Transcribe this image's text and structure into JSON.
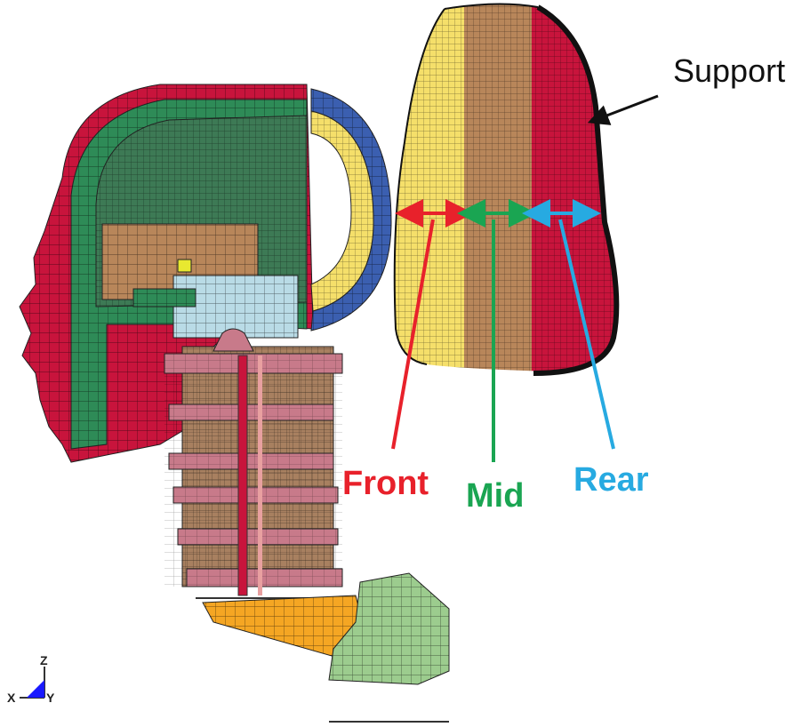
{
  "labels": {
    "support": "Support",
    "front": "Front",
    "mid": "Mid",
    "rear": "Rear"
  },
  "axes": {
    "x": "X",
    "y": "Y",
    "z": "Z"
  },
  "colors": {
    "front": "#e8212b",
    "mid": "#1aa552",
    "rear": "#27aae1",
    "skull_red": "#c8143c",
    "green": "#2e8b57",
    "blue": "#3b5fb0",
    "yellow": "#f5df6a",
    "tan": "#b8865a",
    "pink": "#c87a8a",
    "orange": "#f5a623",
    "light_green": "#9ccc8e",
    "light_blue": "#b9dbe6"
  }
}
